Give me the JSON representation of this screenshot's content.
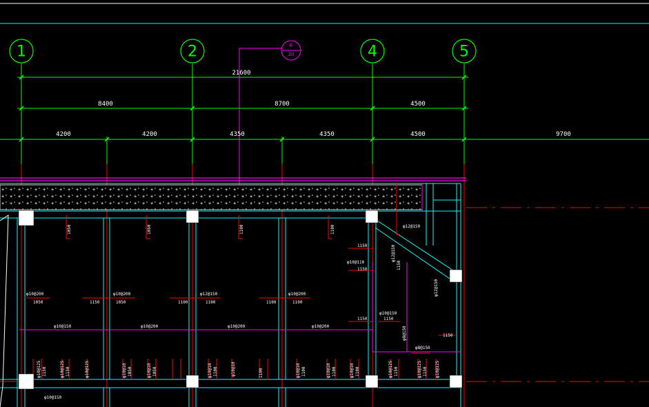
{
  "axes": [
    {
      "label": "1",
      "color": "#00ff00"
    },
    {
      "label": "2",
      "color": "#00ff00"
    },
    {
      "label": "4",
      "color": "#00ff00"
    },
    {
      "label": "5",
      "color": "#00ff00"
    }
  ],
  "detail_marker": {
    "top": "6",
    "bottom": "20"
  },
  "dims": {
    "total": "21600",
    "mid": [
      "8400",
      "8700",
      "4500"
    ],
    "inner": [
      "4200",
      "4200",
      "4350",
      "4350",
      "4500",
      "9700"
    ]
  },
  "slab_vertical_labels": [
    "1050",
    "1050",
    "1100",
    "1100",
    "1150"
  ],
  "rebar_labels": {
    "row_top": [
      "φ10@200",
      "φ10@200",
      "φ12@150",
      "φ10@200"
    ],
    "row_top_values": [
      "1050",
      "1150",
      "1050",
      "1100",
      "1100",
      "1100",
      "1100"
    ],
    "row_mid": [
      "φ10@150",
      "φ10@200",
      "φ10@200",
      "φ10@200"
    ],
    "right_panel": [
      "φ12@150",
      "1150",
      "φ12@150",
      "φ10@110",
      "1150",
      "φ10@150",
      "1150",
      "1150",
      "φ8@150",
      "φ8@150",
      "1150",
      "φ12@150"
    ],
    "bottom": [
      "φ10@125",
      "1150",
      "φ10@125",
      "1150",
      "φ10@125",
      "φ10@10",
      "1050",
      "φ10@10",
      "1050",
      "φ10@10",
      "1100",
      "φ10@10",
      "1100",
      "φ10@10",
      "1100",
      "φ10@10",
      "1100",
      "φ10@10",
      "1100",
      "φ10@125",
      "1150",
      "φ10@125",
      "1150",
      "φ10@125",
      "φ10@150"
    ]
  },
  "colors": {
    "background": "#000000",
    "axis_green": "#00ff00",
    "dim_green": "#00ff00",
    "beam_cyan": "#00ffff",
    "rebar_red": "#ff0000",
    "magenta": "#ff00ff",
    "column_white": "#ffffff"
  }
}
